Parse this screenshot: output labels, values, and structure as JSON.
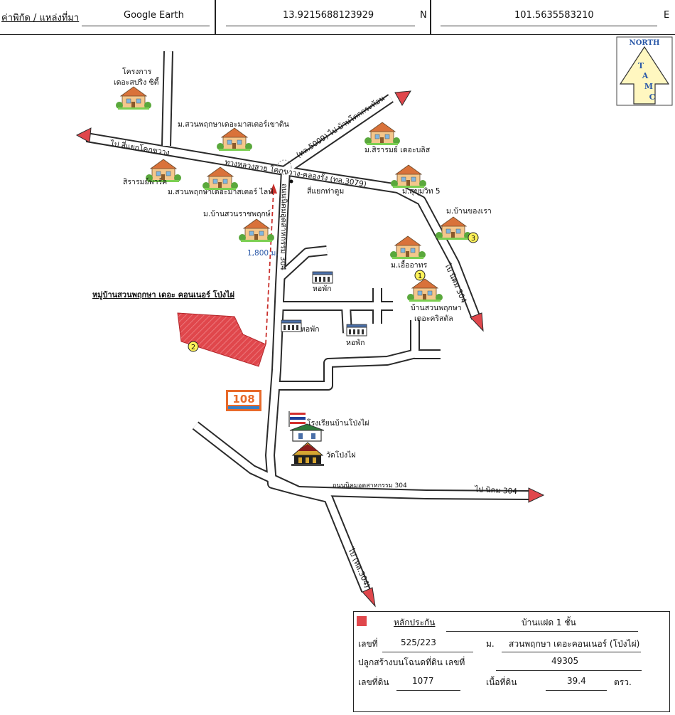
{
  "header": {
    "coord_label": "ค่าพิกัด / แหล่งที่มา",
    "source": "Google Earth",
    "latitude": "13.9215688123929",
    "lat_dir": "N",
    "longitude": "101.5635583210",
    "lon_dir": "E"
  },
  "north_arrow": {
    "title": "NORTH",
    "letters": [
      "T",
      "A",
      "M",
      "C"
    ]
  },
  "map_labels": {
    "project_spring_city": [
      "โครงการ",
      "เดอะสปริง ซิตี้"
    ],
    "master_khaodin": "ม.สวนพฤกษาเดอะมาสเตอร์เขาดิน",
    "to_khok_kwang": "ไป สี่แยกโคกขวาง",
    "main_road": "ทางหลวงสาย โคกขวาง-คลองรั้ง (ทล.3079)",
    "to_ban_khok_kratoy": "(ทล.5009) ไป บ้านโคกกระท้อน",
    "sirarom_bliss": "ม.สิรารมย์ เดอะบลิส",
    "sirarom_park": "สิรารมย์พาร์ค",
    "master_life": "ม.สวนพฤกษาเดอะมาสเตอร์ ไลฟ์",
    "sukhumvit5": "ม.สุขุมวิท 5",
    "tha_tum_junction": "สี่แยกท่าตูม",
    "road_304_vertical": "ถนนนิคมอุตสาหกรรม 304",
    "suan_rajapruek": "ม.บ้านสวนราชพฤกษ์",
    "ban_khong_rao": "ม.บ้านของเรา",
    "distance": "1,800 ม.",
    "ueuathorn": "ม.เอื้ออาทร",
    "to_nikom_304": "ไป นิคม 304",
    "suan_pruksa_crystal": [
      "บ้านสวนพฤกษา",
      "เดอะคริสตัล"
    ],
    "subject_project": "หมู่บ้านสวนพฤกษา เดอะ คอนเนอร์ โป่งไผ่",
    "dormitory": "หอพัก",
    "store_108": "108",
    "school": "โรงเรียนบ้านโป่งไผ่",
    "temple": "วัดโป่งไผ่",
    "road_304_horizontal": "ถนนนิคมอุตสาหกรรม 304",
    "to_nikom_304_lower": "ไป นิคม 304",
    "to_route_304": "ไป (ทล.304)",
    "marker_1": "1",
    "marker_2": "2",
    "marker_3": "3"
  },
  "info_box": {
    "collateral_label": "หลักประกัน",
    "house_type": "บ้านแฝด 1 ชั้น",
    "number_label": "เลขที่",
    "number_value": "525/223",
    "village_label": "ม.",
    "village_value": "สวนพฤกษา เดอะคอนเนอร์ (โป่งไผ่)",
    "deed_label": "ปลูกสร้างบนโฉนดที่ดิน เลขที่",
    "deed_value": "49305",
    "land_no_label": "เลขที่ดิน",
    "land_no_value": "1077",
    "area_label": "เนื้อที่ดิน",
    "area_value": "39.4",
    "area_unit": "ตรว."
  },
  "colors": {
    "subject_plot": "#e0474c",
    "road_outline": "#2a2a2a",
    "route_arrow": "#c9302c",
    "north_arrow_fill": "#fff7c0",
    "north_text": "#2a58a8"
  }
}
